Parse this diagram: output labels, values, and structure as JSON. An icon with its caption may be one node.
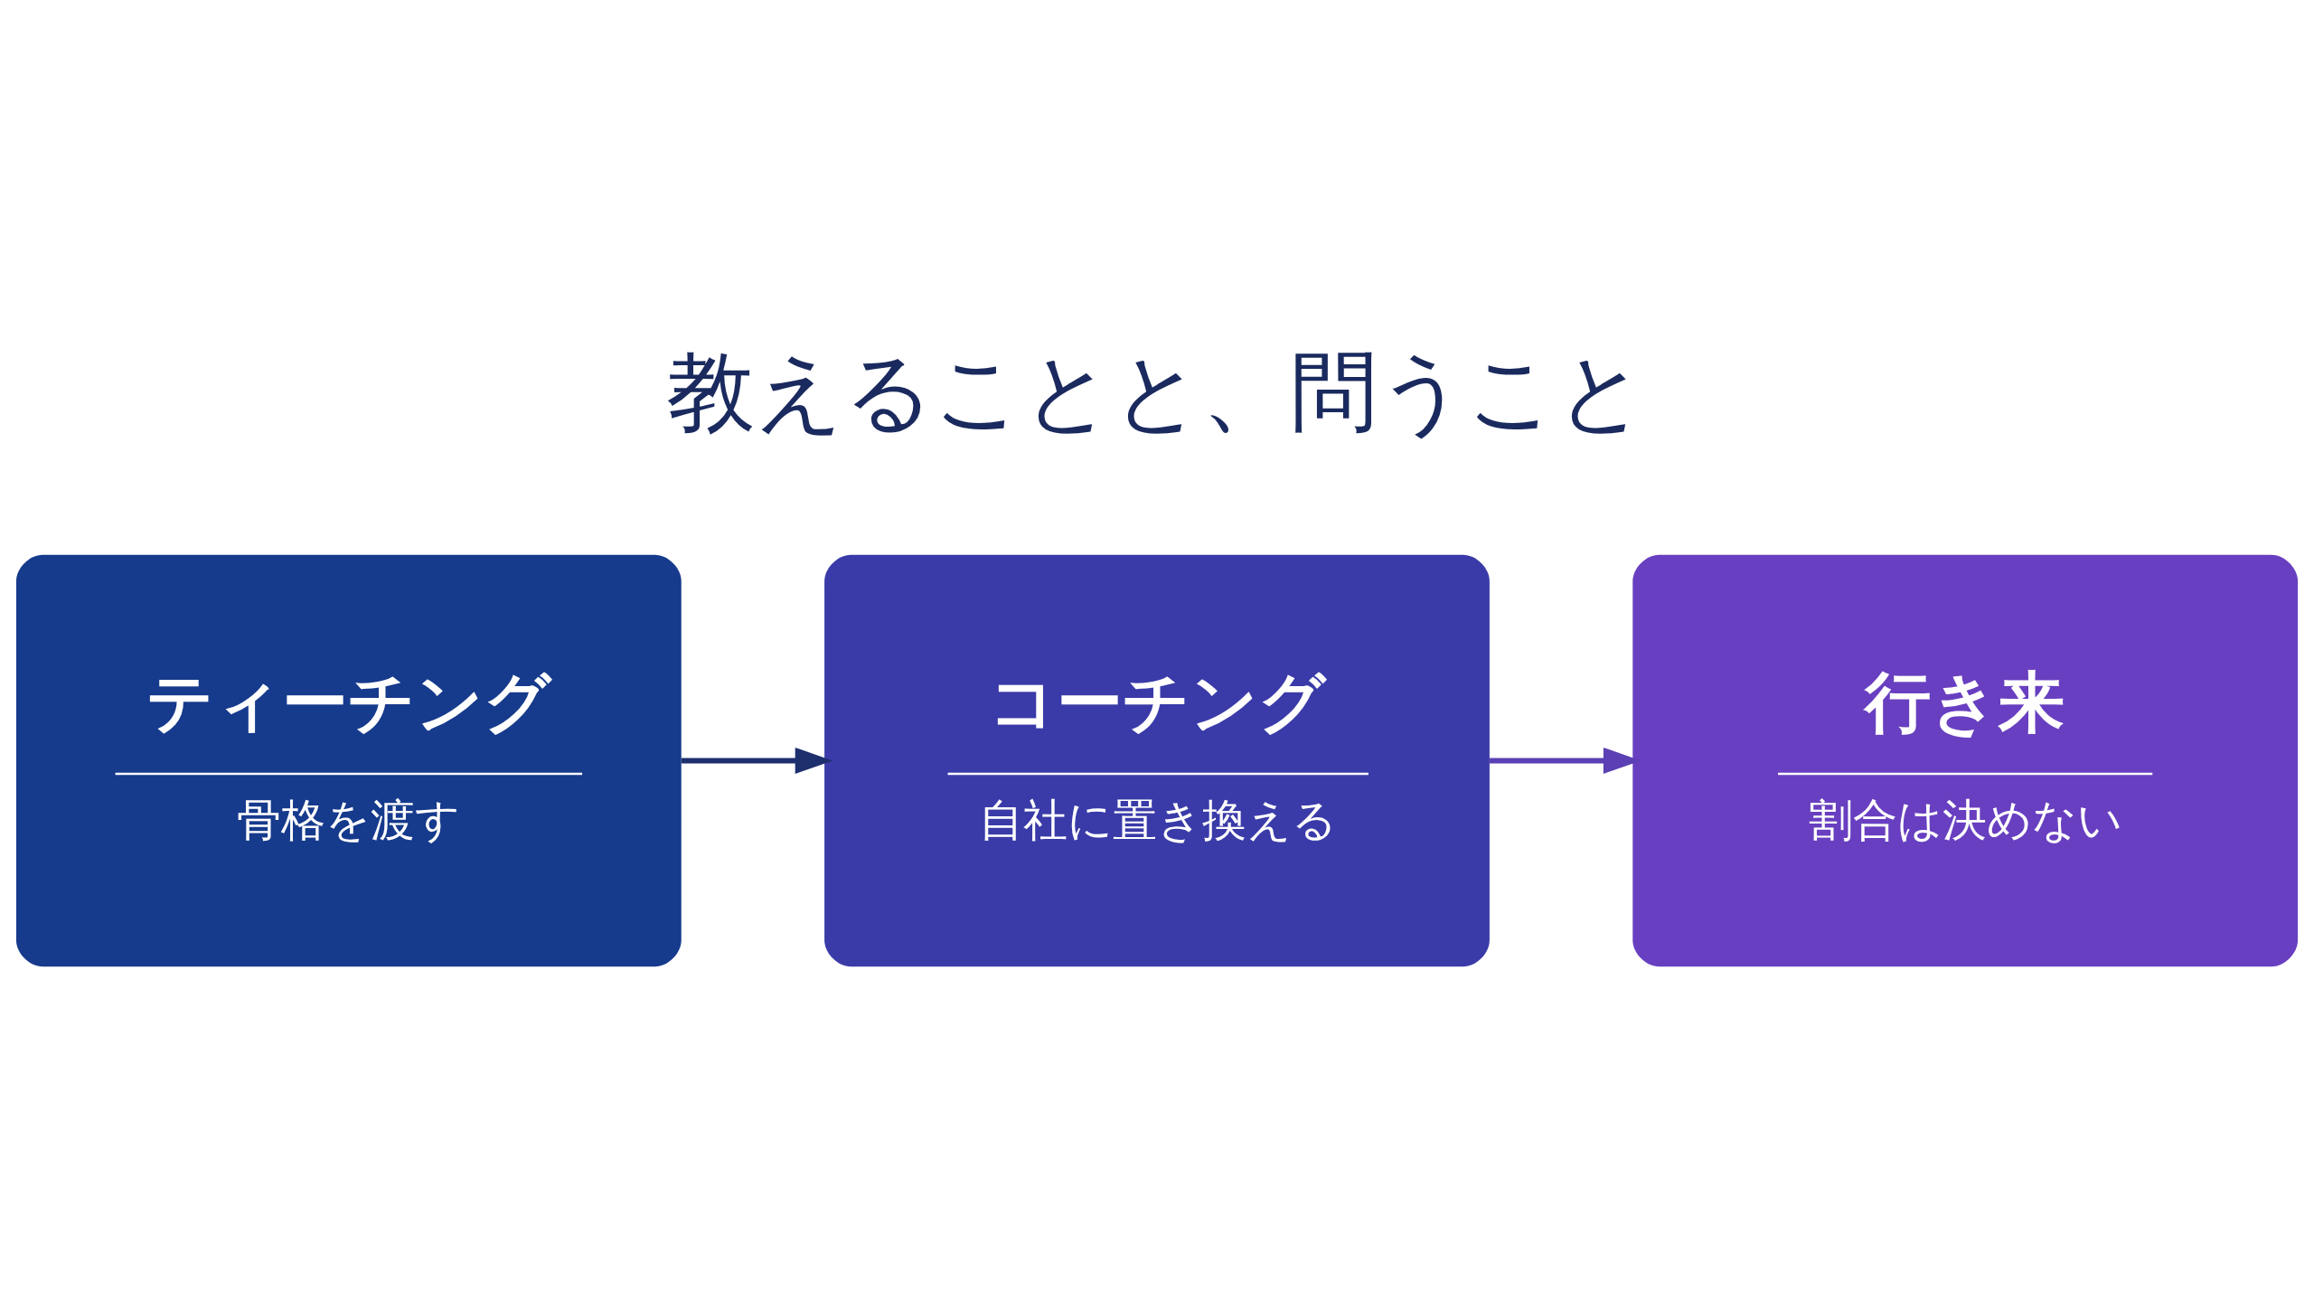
{
  "diagram": {
    "title": "教えることと、問うこと",
    "nodes": [
      {
        "text": [
          "ティーチング",
          "骨格を渡す"
        ]
      },
      {
        "text": [
          "コーチング",
          "自社に置き換える"
        ]
      },
      {
        "text": [
          "行き来",
          "割合は決めない"
        ]
      }
    ],
    "edges": [
      {
        "from": 0,
        "to": 1,
        "arrow": "to",
        "color": "#1e2f6e"
      },
      {
        "from": 1,
        "to": 2,
        "arrow": "to",
        "color": "#5b3fb4"
      }
    ]
  }
}
